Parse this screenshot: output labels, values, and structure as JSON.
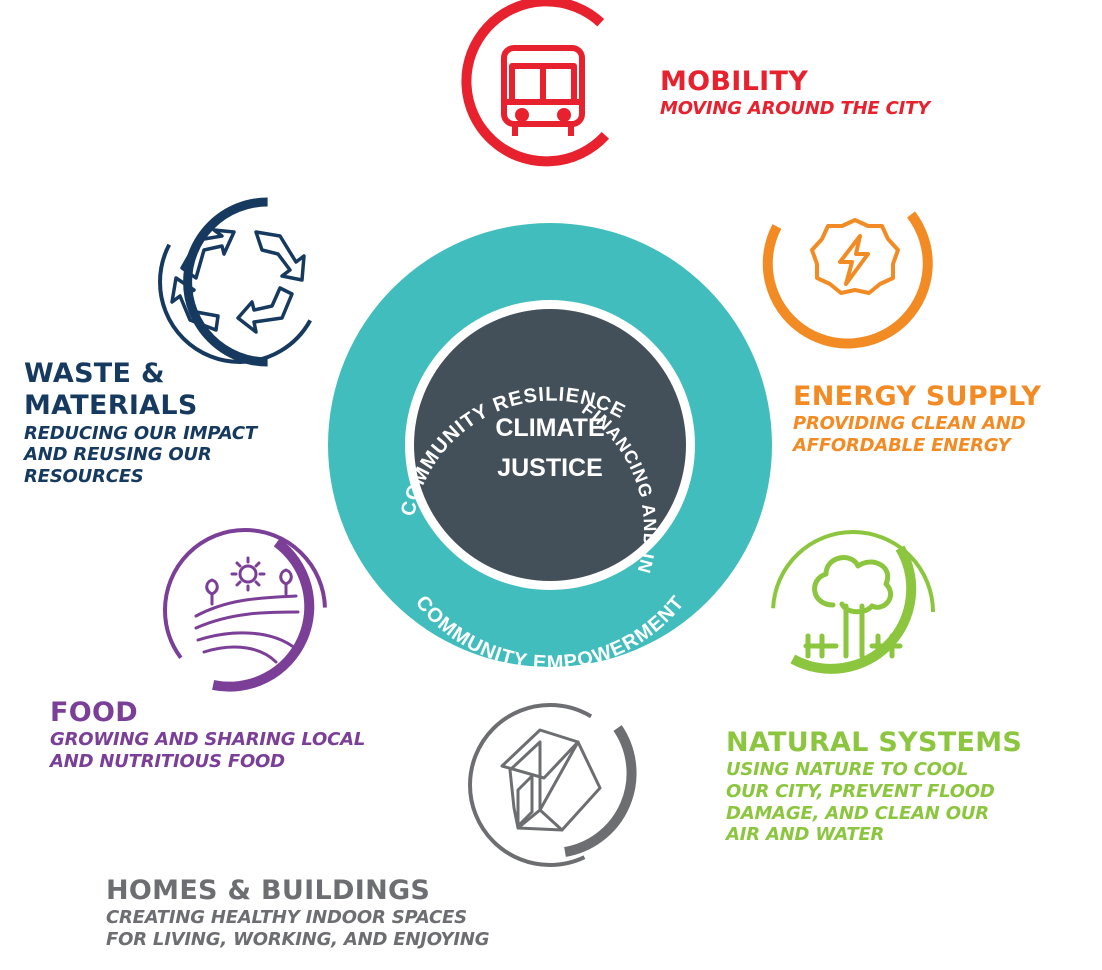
{
  "center": {
    "title": "CLIMATE JUSTICE",
    "title_line1": "CLIMATE",
    "title_line2": "JUSTICE",
    "ring": [
      "COMMUNITY RESILIENCE",
      "FINANCING AND INNOVATION",
      "COMMUNITY EMPOWERMENT"
    ],
    "ring_color": "#41bdbd",
    "center_color": "#435059"
  },
  "topics": [
    {
      "id": "mobility",
      "title": "MOBILITY",
      "subtitle": [
        "MOVING AROUND THE CITY"
      ],
      "color": "#e8212e",
      "icon": "bus-icon"
    },
    {
      "id": "energy",
      "title": "ENERGY SUPPLY",
      "subtitle": [
        "PROVIDING CLEAN AND",
        "AFFORDABLE ENERGY"
      ],
      "color": "#f38b25",
      "icon": "lightning-sun-icon"
    },
    {
      "id": "natural",
      "title": "NATURAL SYSTEMS",
      "subtitle": [
        "USING NATURE TO COOL",
        "OUR CITY, PREVENT FLOOD",
        "DAMAGE, AND CLEAN OUR",
        "AIR AND WATER"
      ],
      "color": "#8cc63f",
      "icon": "tree-icon"
    },
    {
      "id": "homes",
      "title": "HOMES & BUILDINGS",
      "subtitle": [
        "CREATING HEALTHY INDOOR SPACES",
        "FOR LIVING, WORKING, AND ENJOYING"
      ],
      "color": "#6d6e71",
      "icon": "house-icon"
    },
    {
      "id": "food",
      "title": "FOOD",
      "subtitle": [
        "GROWING AND SHARING LOCAL",
        "AND NUTRITIOUS FOOD"
      ],
      "color": "#7b3f98",
      "icon": "field-sun-icon"
    },
    {
      "id": "waste",
      "title": [
        "WASTE &",
        "MATERIALS"
      ],
      "subtitle": [
        "REDUCING OUR IMPACT",
        "AND REUSING OUR",
        "RESOURCES"
      ],
      "color": "#163a5f",
      "icon": "recycle-icon"
    }
  ]
}
